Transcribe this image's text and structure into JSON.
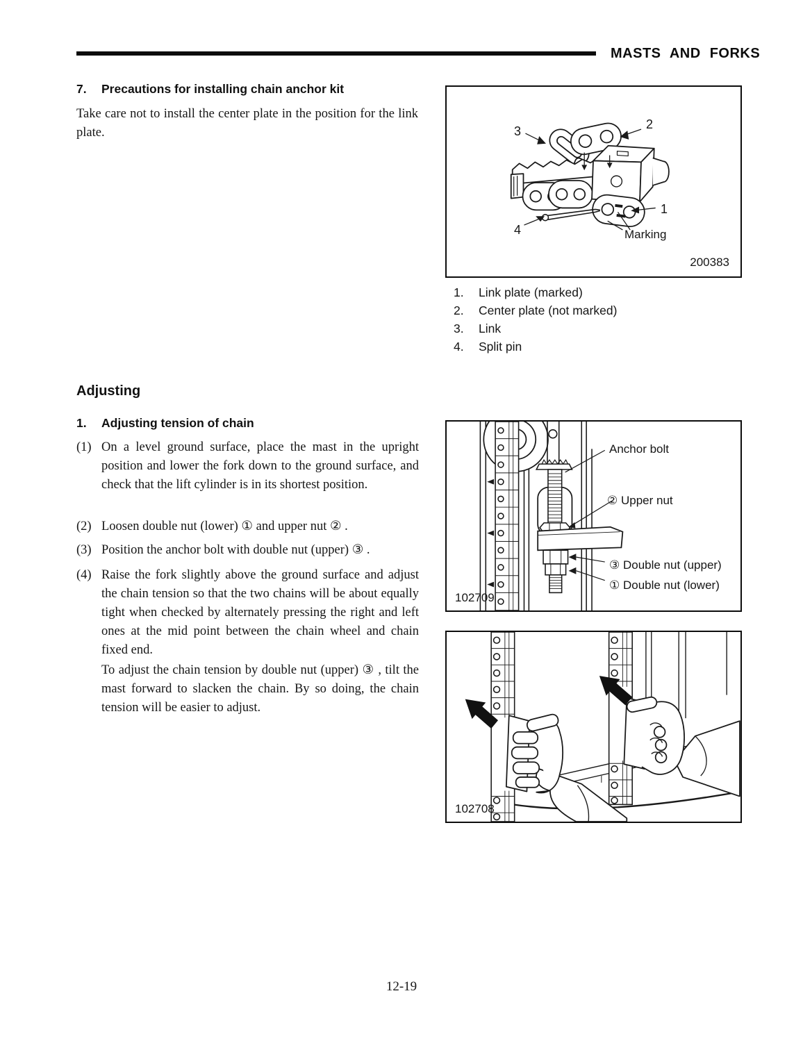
{
  "header": {
    "title": "MASTS AND FORKS"
  },
  "section7": {
    "number": "7.",
    "title": "Precautions for installing chain anchor kit",
    "body": "Take care not to install the center plate in the position for the link plate."
  },
  "figure1": {
    "code": "200383",
    "callouts": [
      "1",
      "2",
      "3",
      "4"
    ],
    "marking_label": "Marking",
    "legend": [
      {
        "num": "1.",
        "text": "Link plate (marked)"
      },
      {
        "num": "2.",
        "text": "Center plate (not marked)"
      },
      {
        "num": "3.",
        "text": "Link"
      },
      {
        "num": "4.",
        "text": "Split pin"
      }
    ]
  },
  "adjusting": {
    "title": "Adjusting",
    "subsection": {
      "number": "1.",
      "title": "Adjusting tension of chain"
    },
    "steps": [
      {
        "num": "(1)",
        "text": "On a level ground surface, place the mast in the upright position and lower the fork down to the ground surface, and check that the lift cylinder is in its shortest position."
      },
      {
        "num": "(2)",
        "text": "Loosen double nut (lower) ①  and upper nut ② ."
      },
      {
        "num": "(3)",
        "text": "Position the anchor bolt with double nut (upper) ③ ."
      },
      {
        "num": "(4)",
        "text": "Raise the fork slightly above the ground surface and adjust the chain tension so that the two chains will be about equally tight when checked by alternately pressing the right and left ones at the mid point between the chain wheel and chain fixed end."
      }
    ],
    "note": "To adjust the chain tension by double nut (upper) ③ , tilt the mast forward to slacken the chain.  By so doing, the chain tension will be easier to adjust."
  },
  "figure2": {
    "code": "102709",
    "labels": {
      "anchor_bolt": "Anchor bolt",
      "upper_nut": "② Upper nut",
      "double_nut_upper": "③ Double nut (upper)",
      "double_nut_lower": "① Double nut (lower)"
    }
  },
  "figure3": {
    "code": "102708"
  },
  "footer": {
    "page_number": "12-19"
  }
}
